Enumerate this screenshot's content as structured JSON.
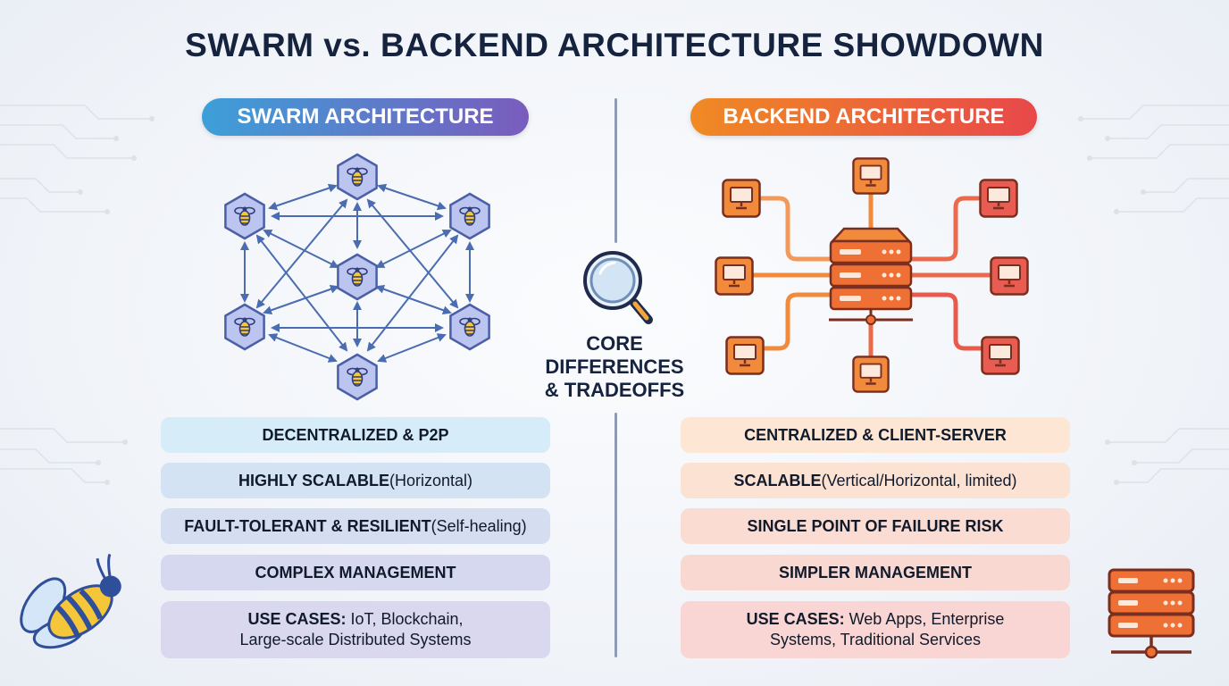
{
  "title": "SWARM vs. BACKEND ARCHITECTURE SHOWDOWN",
  "swarm": {
    "heading": "SWARM ARCHITECTURE",
    "features": [
      {
        "bold": "DECENTRALIZED & P2P",
        "rest": ""
      },
      {
        "bold": "HIGHLY SCALABLE",
        "rest": " (Horizontal)"
      },
      {
        "bold": "FAULT-TOLERANT & RESILIENT",
        "rest": " (Self-healing)"
      },
      {
        "bold": "COMPLEX MANAGEMENT",
        "rest": ""
      }
    ],
    "use_cases": {
      "label": "USE CASES:",
      "line1": " IoT, Blockchain,",
      "line2": "Large-scale Distributed Systems"
    },
    "colors": {
      "pill_start": "#3d9fd8",
      "pill_end": "#7a5cbd",
      "node_fill": "#bcc5ef",
      "node_stroke": "#4a5fa6",
      "arrow": "#4a6cb0"
    }
  },
  "backend": {
    "heading": "BACKEND ARCHITECTURE",
    "features": [
      {
        "bold": "CENTRALIZED & CLIENT-SERVER",
        "rest": ""
      },
      {
        "bold": "SCALABLE",
        "rest": " (Vertical/Horizontal, limited)"
      },
      {
        "bold": "SINGLE POINT OF FAILURE RISK",
        "rest": ""
      },
      {
        "bold": "SIMPLER MANAGEMENT",
        "rest": ""
      }
    ],
    "use_cases": {
      "label": "USE CASES:",
      "line1": " Web Apps, Enterprise",
      "line2": "Systems, Traditional Services"
    },
    "colors": {
      "pill_start": "#f08a24",
      "pill_end": "#e8484a",
      "server": "#ee7034",
      "dark": "#7a2e1f"
    }
  },
  "center": {
    "line1": "CORE",
    "line2": "DIFFERENCES",
    "line3": "& TRADEOFFS",
    "icon": "magnifier-icon"
  },
  "icons": {
    "swarm_node": "bee-icon",
    "client": "monitor-icon",
    "server": "server-icon",
    "corner_left": "bee-icon",
    "corner_right": "server-icon"
  }
}
